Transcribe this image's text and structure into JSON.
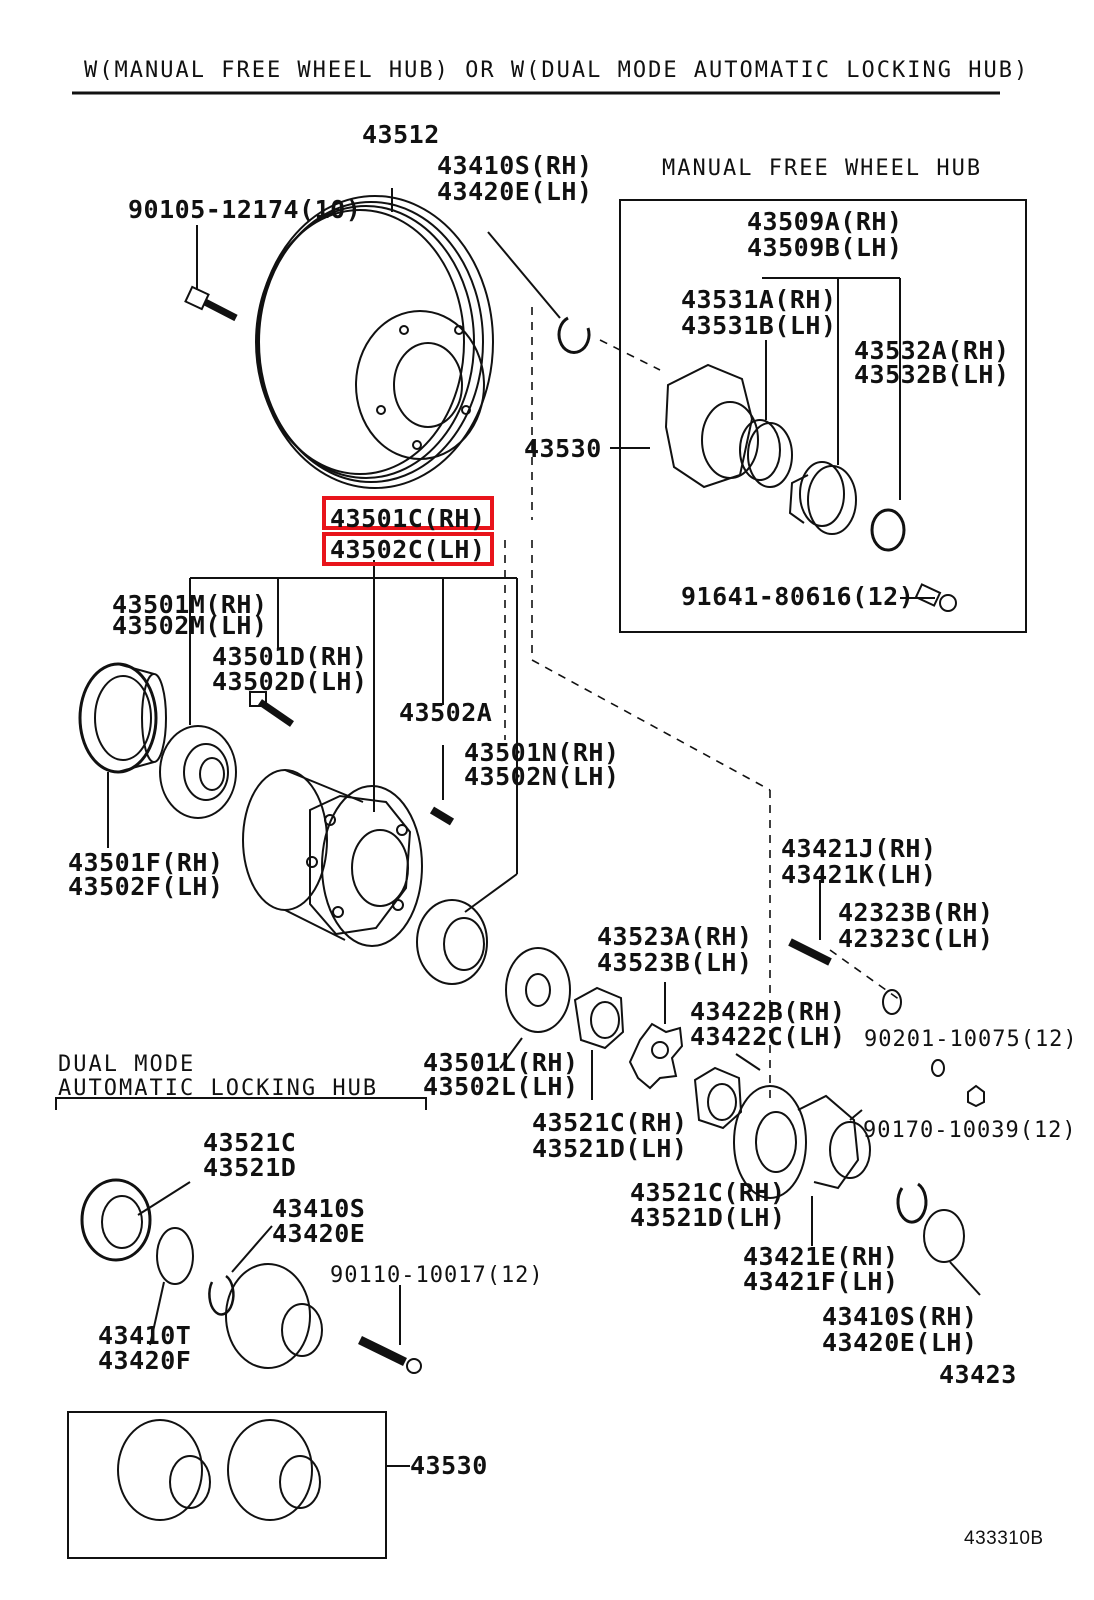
{
  "header": {
    "title": "W(MANUAL FREE WHEEL HUB) OR W(DUAL MODE AUTOMATIC LOCKING HUB)"
  },
  "sections": {
    "manual_free_wheel_hub": "MANUAL FREE WHEEL HUB",
    "dual_mode_line1": "DUAL MODE",
    "dual_mode_line2": "AUTOMATIC LOCKING HUB"
  },
  "labels": {
    "p43512": "43512",
    "p43410s_rh_top": "43410S(RH)",
    "p43420e_lh_top": "43420E(LH)",
    "p90105": "90105-12174(10)",
    "p43509a": "43509A(RH)",
    "p43509b": "43509B(LH)",
    "p43531a": "43531A(RH)",
    "p43531b": "43531B(LH)",
    "p43532a": "43532A(RH)",
    "p43532b": "43532B(LH)",
    "p43530_top": "43530",
    "p91641": "91641-80616(12)",
    "p43501c": "43501C(RH)",
    "p43502c": "43502C(LH)",
    "p43501m": "43501M(RH)",
    "p43502m": "43502M(LH)",
    "p43501d": "43501D(RH)",
    "p43502d": "43502D(LH)",
    "p43502a": "43502A",
    "p43501n": "43501N(RH)",
    "p43502n": "43502N(LH)",
    "p43501f": "43501F(RH)",
    "p43502f": "43502F(LH)",
    "p43421j": "43421J(RH)",
    "p43421k": "43421K(LH)",
    "p42323b": "42323B(RH)",
    "p42323c": "42323C(LH)",
    "p43523a": "43523A(RH)",
    "p43523b": "43523B(LH)",
    "p43422b": "43422B(RH)",
    "p43422c": "43422C(LH)",
    "p90201": "90201-10075(12)",
    "p43501l": "43501L(RH)",
    "p43502l": "43502L(LH)",
    "p43521c_mid": "43521C(RH)",
    "p43521d_mid": "43521D(LH)",
    "p90170": "90170-10039(12)",
    "p43521c_low": "43521C(RH)",
    "p43521d_low": "43521D(LH)",
    "p43421e": "43421E(RH)",
    "p43421f": "43421F(LH)",
    "p43410s_rh_bot": "43410S(RH)",
    "p43420e_lh_bot": "43420E(LH)",
    "p43423": "43423",
    "p43521c_dual": "43521C",
    "p43521d_dual": "43521D",
    "p43410s_dual": "43410S",
    "p43420e_dual": "43420E",
    "p43410t": "43410T",
    "p43420f": "43420F",
    "p90110": "90110-10017(12)",
    "p43530_bot": "43530"
  },
  "figure_code": "433310B",
  "highlight_color": "#e8141b"
}
